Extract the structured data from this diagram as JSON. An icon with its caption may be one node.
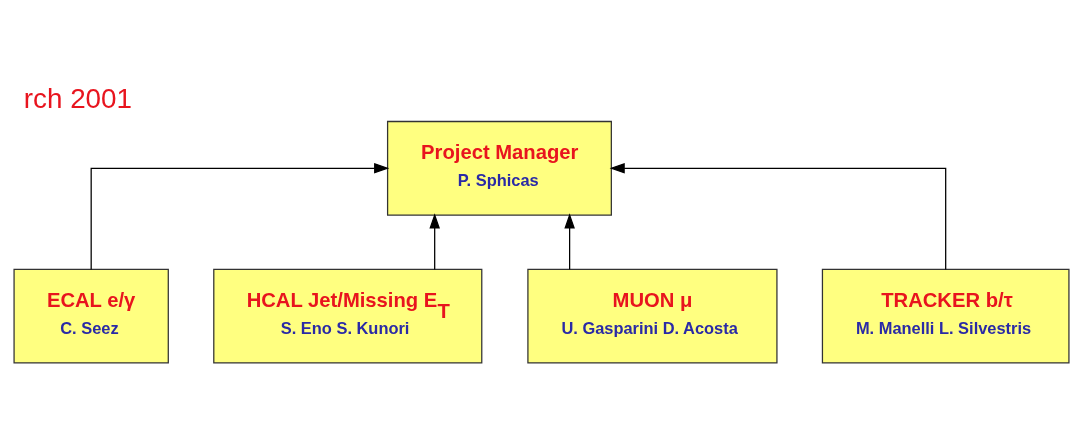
{
  "diagram": {
    "title": "rch 2001",
    "nodes": [
      {
        "text": [
          "Project Manager",
          "P. Sphicas"
        ]
      },
      {
        "text": [
          "ECAL e/γ",
          "C. Seez"
        ]
      },
      {
        "text": [
          "HCAL Jet/Missing E$_{T}$",
          "S. Eno S. Kunori"
        ]
      },
      {
        "text": [
          "MUON μ",
          "U. Gasparini D. Acosta"
        ]
      },
      {
        "text": [
          "TRACKER b/τ",
          "M. Manelli L. Silvestris"
        ]
      }
    ],
    "edges": [
      {
        "from": 1,
        "to": 0,
        "arrow": "to"
      },
      {
        "from": 2,
        "to": 0,
        "arrow": "to"
      },
      {
        "from": 3,
        "to": 0,
        "arrow": "to"
      },
      {
        "from": 4,
        "to": 0,
        "arrow": "to"
      }
    ]
  }
}
